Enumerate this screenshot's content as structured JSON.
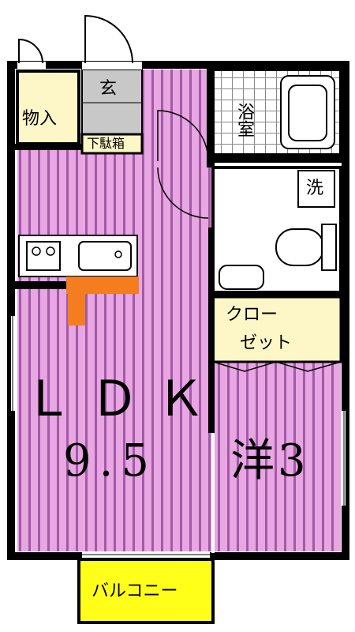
{
  "rooms": {
    "ldk_name": "ＬＤＫ",
    "ldk_size": "9.5",
    "western_name": "洋",
    "western_size": "3"
  },
  "storage": {
    "closet_line1": "クロー",
    "closet_line2": "ゼット",
    "storage_room": "物入",
    "shoe_box": "下駄箱",
    "entrance": "玄"
  },
  "wet": {
    "bath": "浴室",
    "laundry": "洗"
  },
  "outdoor": {
    "balcony": "バルコニー"
  },
  "colors": {
    "floor": "#e8a6e2",
    "stripe": "#a25aa7",
    "wall": "#000000",
    "beige": "#fdf6c6",
    "balcony": "#ffff1a",
    "orange": "#f47d20",
    "entrance_floor": "#c8c8c8"
  }
}
